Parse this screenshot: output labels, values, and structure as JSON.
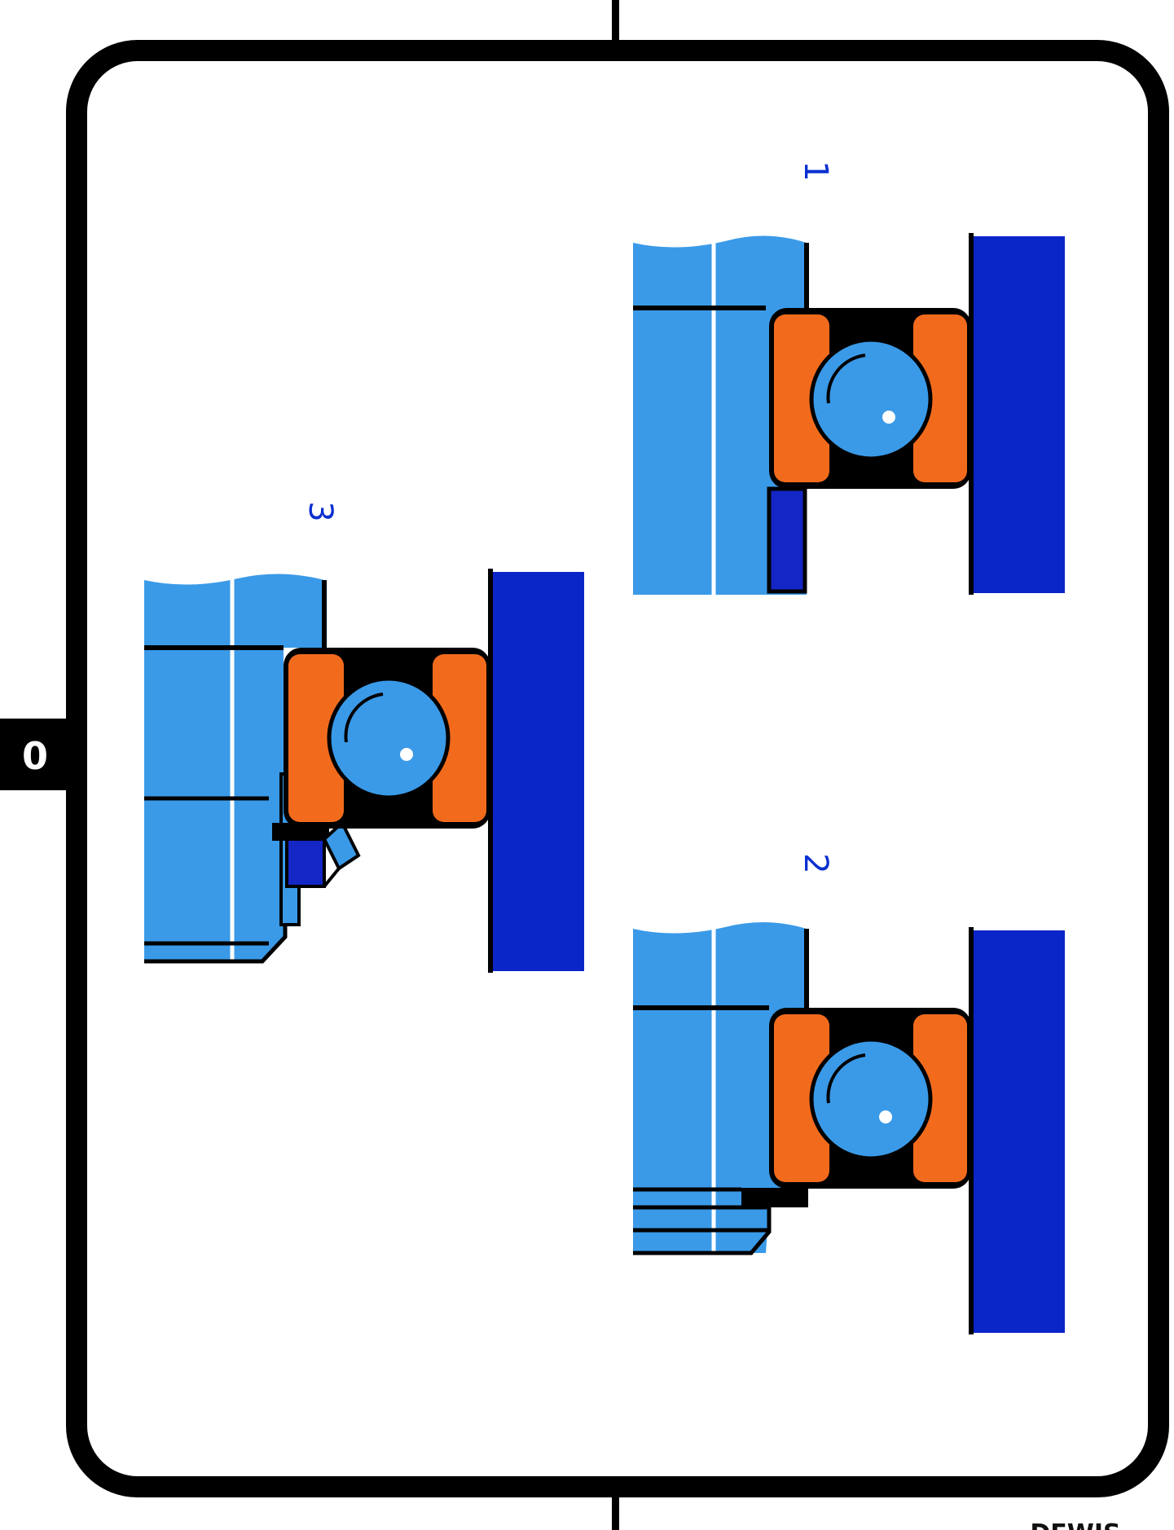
{
  "page_tab": "0",
  "footer_text": "DEWIS",
  "figures": [
    {
      "label": "1",
      "variant": "spacer-ring"
    },
    {
      "label": "2",
      "variant": "shaft-shoulder-step"
    },
    {
      "label": "3",
      "variant": "circlip-groove"
    }
  ],
  "colors": {
    "shaft": "#3a9ae8",
    "housing": "#0a25c8",
    "spacer": "#1426c4",
    "ring": "#f26b1d",
    "ball": "#3a9ae8",
    "frame": "#000000",
    "label": "#0a2fd0"
  }
}
